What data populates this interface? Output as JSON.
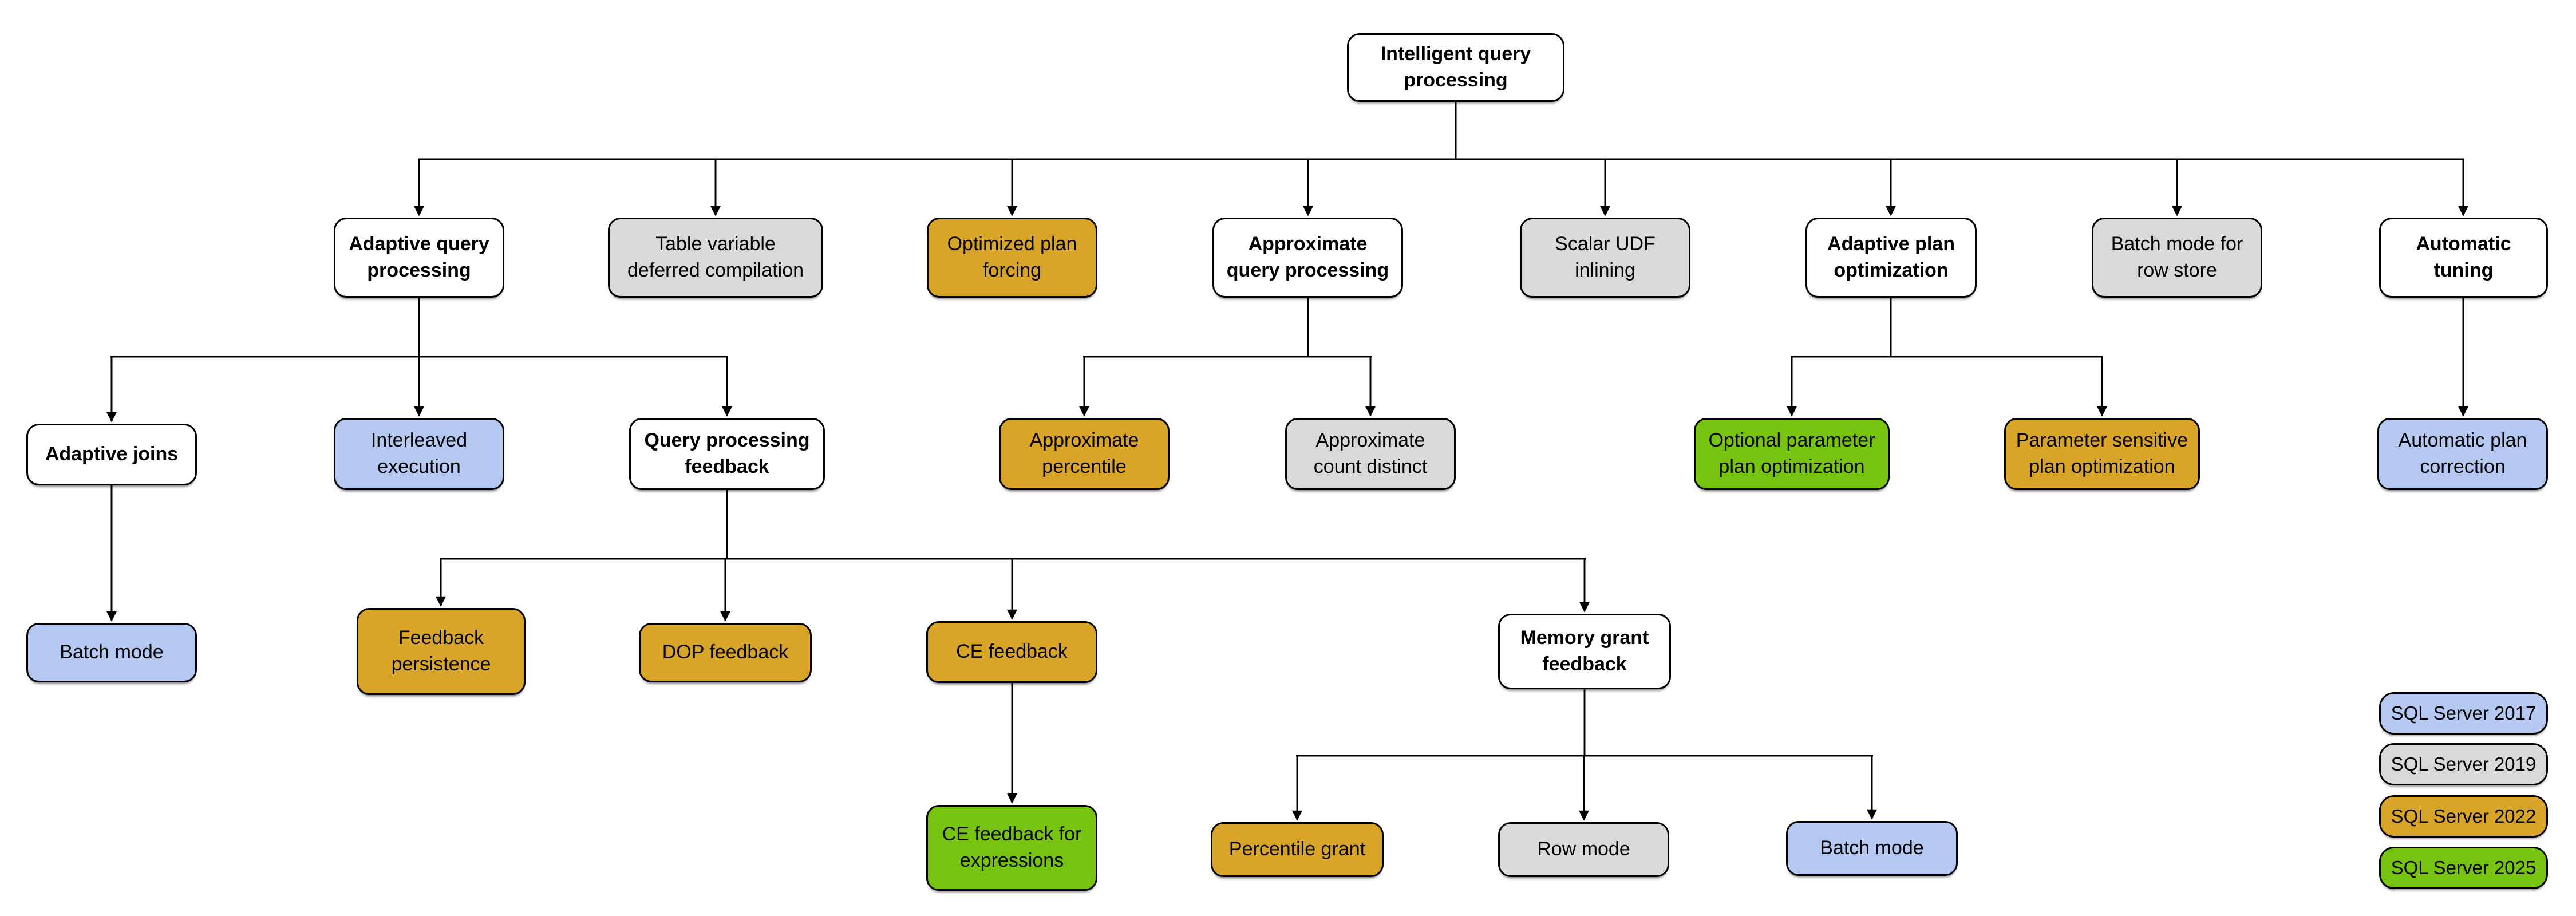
{
  "colors": {
    "base": "#ffffff",
    "v2017": "#b5c8f2",
    "v2019": "#d9d9d9",
    "v2022": "#d9a528",
    "v2025": "#77c410"
  },
  "nodes": {
    "iqp": {
      "label": "Intelligent query\nprocessing",
      "version": "category"
    },
    "aqp": {
      "label": "Adaptive query\nprocessing",
      "version": "category"
    },
    "tvdc": {
      "label": "Table variable\ndeferred compilation",
      "version": "2019"
    },
    "opf": {
      "label": "Optimized plan\nforcing",
      "version": "2022"
    },
    "apqp": {
      "label": "Approximate\nquery processing",
      "version": "category"
    },
    "sui": {
      "label": "Scalar UDF\ninlining",
      "version": "2019"
    },
    "apo": {
      "label": "Adaptive plan\noptimization",
      "version": "category"
    },
    "bmrs": {
      "label": "Batch mode for\nrow store",
      "version": "2019"
    },
    "at": {
      "label": "Automatic\ntuning",
      "version": "category"
    },
    "aj": {
      "label": "Adaptive joins",
      "version": "category"
    },
    "ie": {
      "label": "Interleaved\nexecution",
      "version": "2017"
    },
    "qpf": {
      "label": "Query processing\nfeedback",
      "version": "category"
    },
    "apct": {
      "label": "Approximate\npercentile",
      "version": "2022"
    },
    "acd": {
      "label": "Approximate\ncount distinct",
      "version": "2019"
    },
    "oppo": {
      "label": "Optional parameter\nplan optimization",
      "version": "2025"
    },
    "pspo": {
      "label": "Parameter sensitive\nplan optimization",
      "version": "2022"
    },
    "apc": {
      "label": "Automatic plan\ncorrection",
      "version": "2017"
    },
    "bm1": {
      "label": "Batch mode",
      "version": "2017"
    },
    "fp": {
      "label": "Feedback\npersistence",
      "version": "2022"
    },
    "dopf": {
      "label": "DOP feedback",
      "version": "2022"
    },
    "cef": {
      "label": "CE feedback",
      "version": "2022"
    },
    "mgf": {
      "label": "Memory grant\nfeedback",
      "version": "category"
    },
    "cefe": {
      "label": "CE feedback for\nexpressions",
      "version": "2025"
    },
    "pg": {
      "label": "Percentile grant",
      "version": "2022"
    },
    "rm": {
      "label": "Row mode",
      "version": "2019"
    },
    "bm2": {
      "label": "Batch mode",
      "version": "2017"
    }
  },
  "legend": {
    "items": [
      {
        "label": "SQL Server 2017",
        "version": "2017"
      },
      {
        "label": "SQL Server 2019",
        "version": "2019"
      },
      {
        "label": "SQL Server 2022",
        "version": "2022"
      },
      {
        "label": "SQL Server 2025",
        "version": "2025"
      }
    ]
  }
}
